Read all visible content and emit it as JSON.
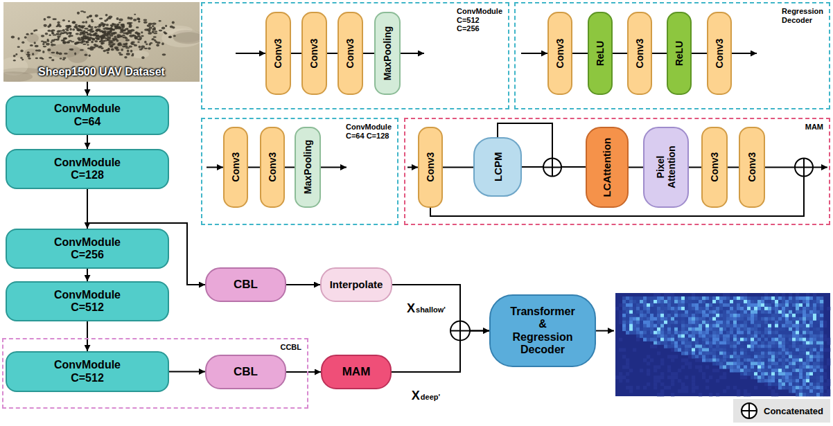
{
  "diagram": {
    "nodes": [
      {
        "text": [
          "Sheep1500 UAV Dataset"
        ]
      },
      {
        "text": [
          "ConvModule C=64"
        ]
      },
      {
        "text": [
          "ConvModule C=128"
        ]
      },
      {
        "text": [
          "ConvModule C=256"
        ]
      },
      {
        "text": [
          "ConvModule C=512"
        ]
      },
      {
        "text": [
          "CCBL"
        ]
      },
      {
        "text": [
          "ConvModule C=512"
        ],
        "in": 5
      },
      {
        "text": [
          "CBL"
        ],
        "in": 5
      },
      {
        "text": [
          "MAM"
        ]
      },
      {
        "text": [
          "CBL"
        ]
      },
      {
        "text": [
          "Interpolate"
        ]
      },
      {
        "text": [
          "Transformer & Regression Decoder"
        ]
      },
      {
        "text": [
          "ConvModule C=512 C=256"
        ]
      },
      {
        "text": [
          "Conv3"
        ],
        "in": 12
      },
      {
        "text": [
          "Conv3"
        ],
        "in": 12
      },
      {
        "text": [
          "Conv3"
        ],
        "in": 12
      },
      {
        "text": [
          "MaxPooling"
        ],
        "in": 12
      },
      {
        "text": [
          "Regression Decoder"
        ]
      },
      {
        "text": [
          "Conv3"
        ],
        "in": 17
      },
      {
        "text": [
          "ReLU"
        ],
        "in": 17
      },
      {
        "text": [
          "Conv3"
        ],
        "in": 17
      },
      {
        "text": [
          "ReLU"
        ],
        "in": 17
      },
      {
        "text": [
          "Conv3"
        ],
        "in": 17
      },
      {
        "text": [
          "ConvModule C=64 C=128"
        ]
      },
      {
        "text": [
          "Conv3"
        ],
        "in": 23
      },
      {
        "text": [
          "Conv3"
        ],
        "in": 23
      },
      {
        "text": [
          "MaxPooling"
        ],
        "in": 23
      },
      {
        "text": [
          "MAM"
        ]
      },
      {
        "text": [
          "Conv3"
        ],
        "in": 27
      },
      {
        "text": [
          "LCPM"
        ],
        "in": 27
      },
      {
        "text": [
          "LCAttention"
        ],
        "in": 27
      },
      {
        "text": [
          "Pixel Attention"
        ],
        "in": 27
      },
      {
        "text": [
          "Conv3"
        ],
        "in": 27
      },
      {
        "text": [
          "Conv3"
        ],
        "in": 27
      }
    ],
    "edges": [
      {
        "from": 0,
        "to": 1,
        "arrow": "to"
      },
      {
        "from": 1,
        "to": 2,
        "arrow": "to"
      },
      {
        "from": 2,
        "to": 3,
        "arrow": "to"
      },
      {
        "from": 3,
        "to": 4,
        "arrow": "to"
      },
      {
        "from": 4,
        "to": 6,
        "arrow": "to"
      },
      {
        "from": 6,
        "to": 7,
        "arrow": "to"
      },
      {
        "from": 7,
        "to": 8,
        "arrow": "to"
      },
      {
        "from": 2,
        "to": 9,
        "arrow": "to"
      },
      {
        "from": 9,
        "to": 10,
        "arrow": "to"
      },
      {
        "from": 10,
        "to": 11,
        "arrow": "to",
        "label": "Xshallow'"
      },
      {
        "from": 8,
        "to": 11,
        "arrow": "to",
        "label": "Xdeep'"
      },
      {
        "from": 13,
        "to": 14,
        "arrow": "none"
      },
      {
        "from": 14,
        "to": 15,
        "arrow": "none"
      },
      {
        "from": 15,
        "to": 16,
        "arrow": "none"
      },
      {
        "from": 18,
        "to": 19,
        "arrow": "none"
      },
      {
        "from": 19,
        "to": 20,
        "arrow": "none"
      },
      {
        "from": 20,
        "to": 21,
        "arrow": "none"
      },
      {
        "from": 21,
        "to": 22,
        "arrow": "none"
      },
      {
        "from": 24,
        "to": 25,
        "arrow": "none"
      },
      {
        "from": 25,
        "to": 26,
        "arrow": "none"
      },
      {
        "from": 28,
        "to": 29,
        "arrow": "none"
      },
      {
        "from": 29,
        "to": 30,
        "arrow": "none"
      },
      {
        "from": 30,
        "to": 31,
        "arrow": "none"
      },
      {
        "from": 31,
        "to": 32,
        "arrow": "none"
      },
      {
        "from": 32,
        "to": 33,
        "arrow": "none"
      }
    ],
    "legend": [
      {
        "text": "Concatenated"
      }
    ]
  }
}
